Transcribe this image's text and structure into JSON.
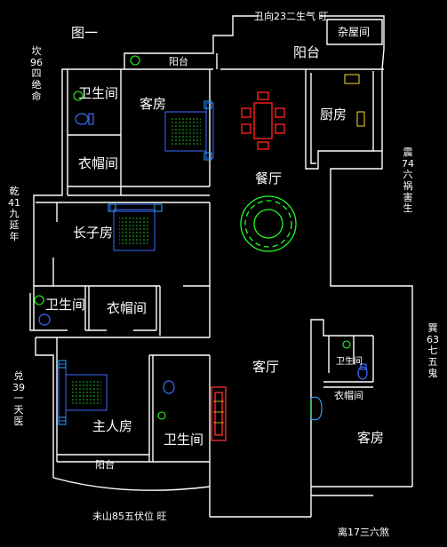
{
  "figure_label": "图一",
  "top_direction": "丑向23二生气 旺",
  "bottom_left_direction": "未山85五伏位 旺",
  "bottom_right_direction": "离17三六煞",
  "side_directions": {
    "kan": "坎96四绝命",
    "qian": "乾41九延年",
    "dui": "兑39一天医",
    "zhen": "震74六祸害生",
    "xun": "巽63七五鬼"
  },
  "rooms": {
    "storage": "杂屋间",
    "balcony_top": "阳台",
    "balcony_small": "阳台",
    "bath_top": "卫生间",
    "guest_top": "客房",
    "kitchen": "厨房",
    "closet_top": "衣帽间",
    "dining": "餐厅",
    "eldest_son": "长子房",
    "bath_mid": "卫生间",
    "closet_mid": "衣帽间",
    "living": "客厅",
    "bath_right": "卫生间",
    "closet_right": "衣帽间",
    "guest_right": "客房",
    "master": "主人房",
    "bath_master": "卫生间",
    "balcony_bottom": "阳台"
  },
  "colors": {
    "wall": "#ffffff",
    "bed": "#3a6bff",
    "dining_table": "#ff2020",
    "round_table": "#22ff22",
    "sofa": "#ff3030"
  }
}
